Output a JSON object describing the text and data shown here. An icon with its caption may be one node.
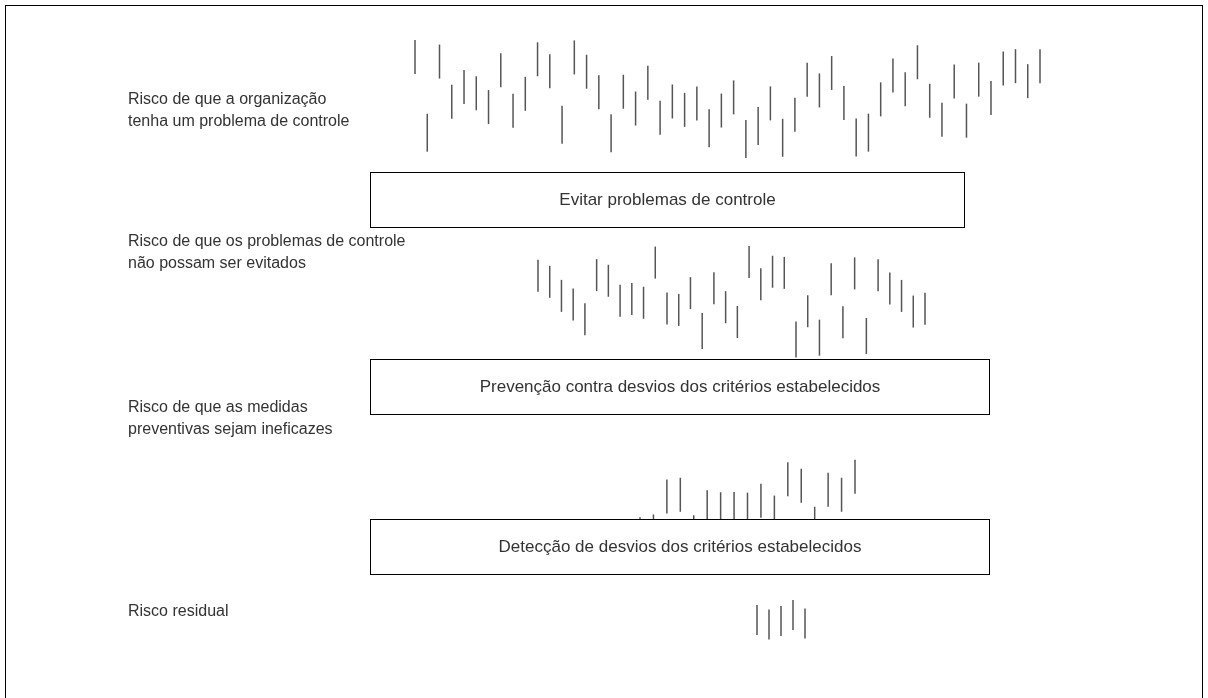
{
  "diagram": {
    "nodes": [
      {
        "text": [
          "Evitar problemas de controle"
        ]
      },
      {
        "text": [
          "Prevenção contra desvios dos critérios estabelecidos"
        ]
      },
      {
        "text": [
          "Detecção de desvios dos critérios estabelecidos"
        ]
      }
    ],
    "labels": [
      "Risco de que a organização tenha um problema de controle",
      "Risco de que os problemas de controle não possam ser evitados",
      "Risco de que as medidas preventivas sejam ineficazes",
      "Risco residual"
    ]
  }
}
